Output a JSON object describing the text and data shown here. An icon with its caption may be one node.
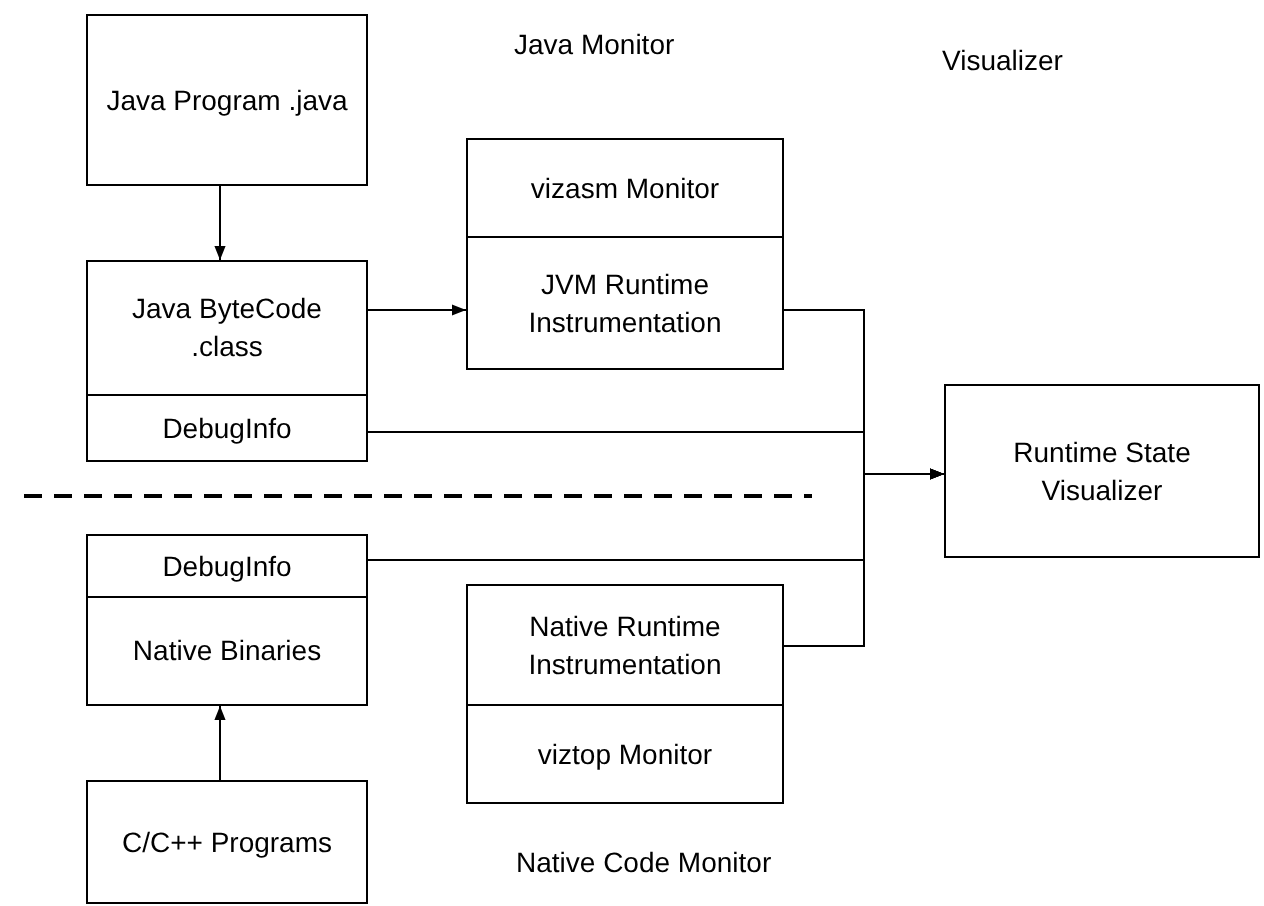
{
  "diagram": {
    "nodes": [
      {
        "text": [
          "Java Program .java"
        ]
      },
      {
        "text": [
          "Java ByteCode .class"
        ]
      },
      {
        "text": [
          "DebugInfo"
        ]
      },
      {
        "text": [
          "vizasm Monitor"
        ]
      },
      {
        "text": [
          "JVM Runtime Instrumentation"
        ]
      },
      {
        "text": [
          "Runtime State Visualizer"
        ]
      },
      {
        "text": [
          "DebugInfo"
        ]
      },
      {
        "text": [
          "Native Binaries"
        ]
      },
      {
        "text": [
          "Native Runtime Instrumentation"
        ]
      },
      {
        "text": [
          "viztop Monitor"
        ]
      },
      {
        "text": [
          "C/C++ Programs"
        ]
      }
    ],
    "edges": [
      {
        "from": 0,
        "to": 1,
        "arrow": "to"
      },
      {
        "from": 1,
        "to": 4,
        "arrow": "to"
      },
      {
        "from": 4,
        "to": 5,
        "arrow": "to"
      },
      {
        "from": 2,
        "to": 5,
        "arrow": "to"
      },
      {
        "from": 6,
        "to": 5,
        "arrow": "to"
      },
      {
        "from": 8,
        "to": 5,
        "arrow": "to"
      },
      {
        "from": 10,
        "to": 7,
        "arrow": "to"
      }
    ],
    "labels": [
      "Java Monitor",
      "Visualizer",
      "Native Code Monitor"
    ]
  }
}
